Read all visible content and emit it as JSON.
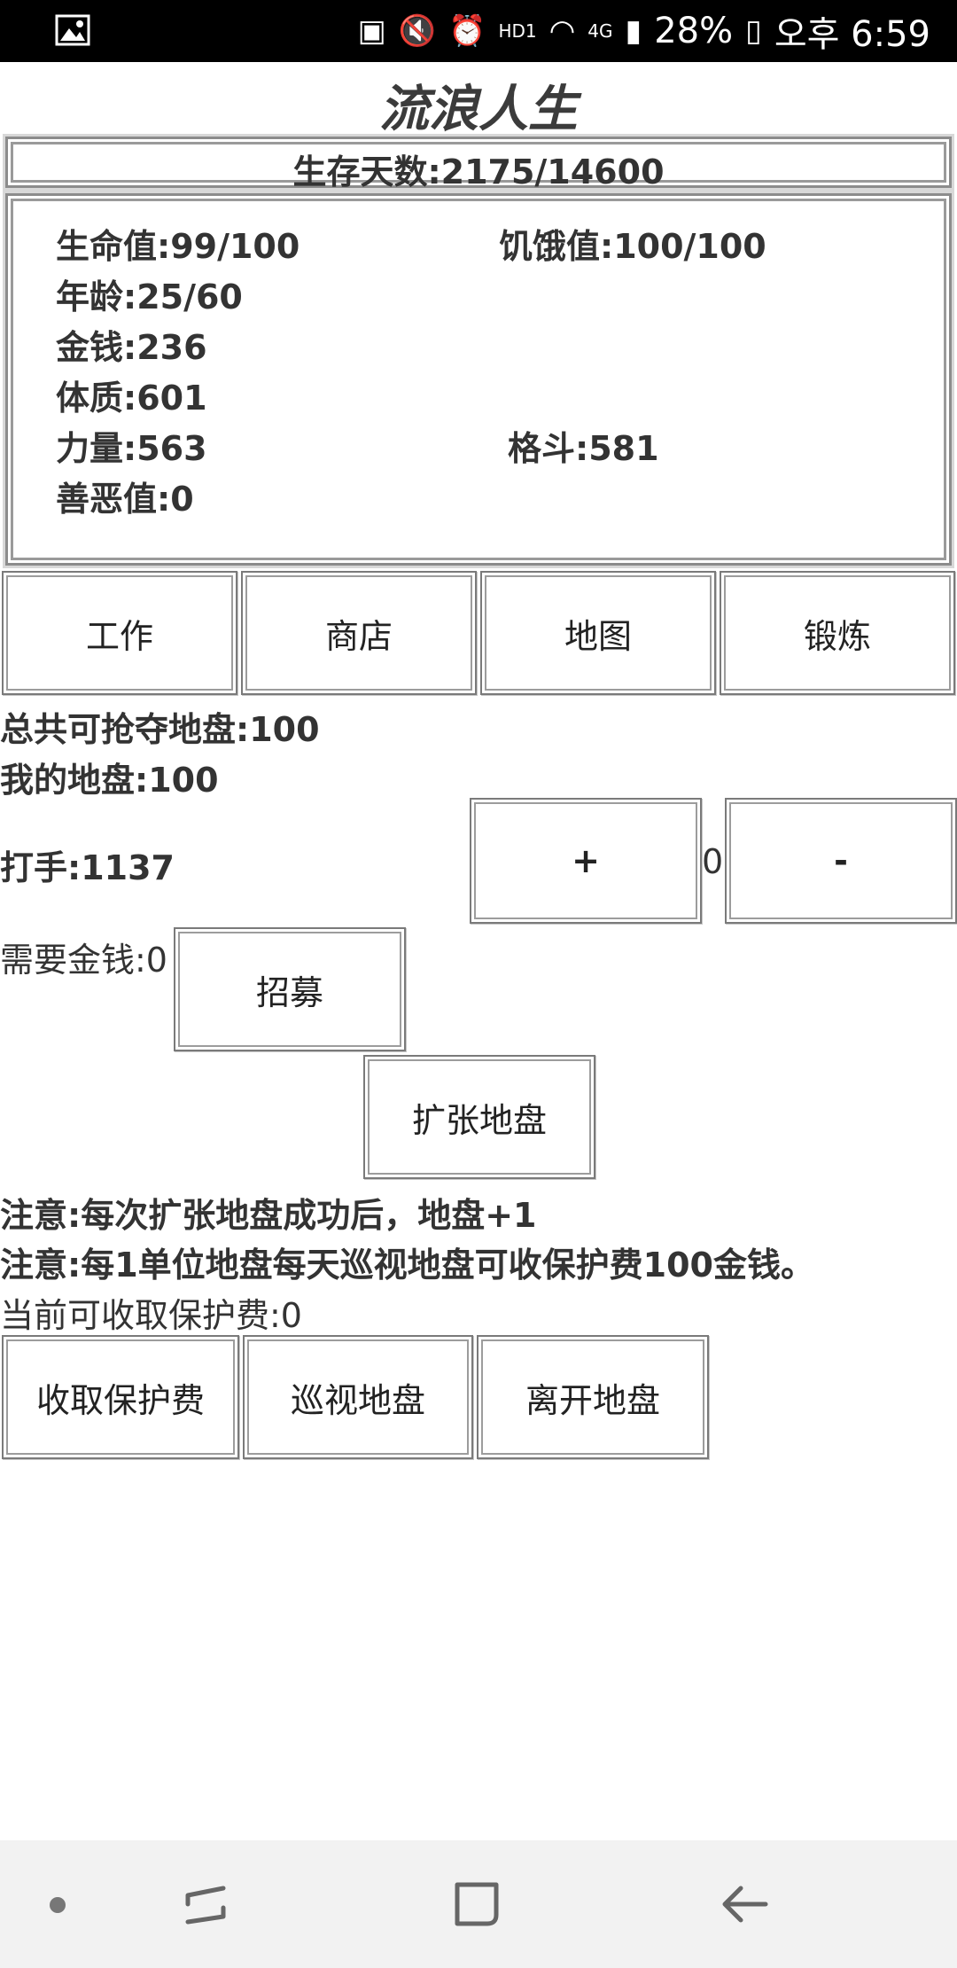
{
  "status_bar": {
    "icons": [
      "image-icon",
      "battery-saver-icon",
      "mute-icon",
      "alarm-icon",
      "hd-voice-icon",
      "wifi-icon",
      "lte-signal-icon",
      "battery-icon"
    ],
    "hd_label": "HD1",
    "lte_label": "4G",
    "battery": "28%",
    "time": "오후 6:59"
  },
  "app": {
    "title": "流浪人生",
    "survival_days": "生存天数:2175/14600"
  },
  "stats": {
    "health": "生命值:99/100",
    "hunger": "饥饿值:100/100",
    "age": "年龄:25/60",
    "money": "金钱:236",
    "constitution": "体质:601",
    "strength": "力量:563",
    "fighting": "格斗:581",
    "karma": "善恶值:0"
  },
  "menu": {
    "work": "工作",
    "shop": "商店",
    "map": "地图",
    "train": "锻炼"
  },
  "territory": {
    "total": "总共可抢夺地盘:100",
    "mine": "我的地盘:100",
    "thugs": "打手:1137",
    "plus": "+",
    "count": "0",
    "minus": "-",
    "cost": "需要金钱:0",
    "recruit": "招募",
    "expand": "扩张地盘",
    "note1": "注意:每次扩张地盘成功后，地盘+1",
    "note2": "注意:每1单位地盘每天巡视地盘可收保护费100金钱。",
    "fee": "当前可收取保护费:0",
    "collect": "收取保护费",
    "patrol": "巡视地盘",
    "leave": "离开地盘"
  },
  "nav": {
    "icons": [
      "nav-dot-icon",
      "recent-apps-icon",
      "home-icon",
      "back-icon"
    ]
  }
}
